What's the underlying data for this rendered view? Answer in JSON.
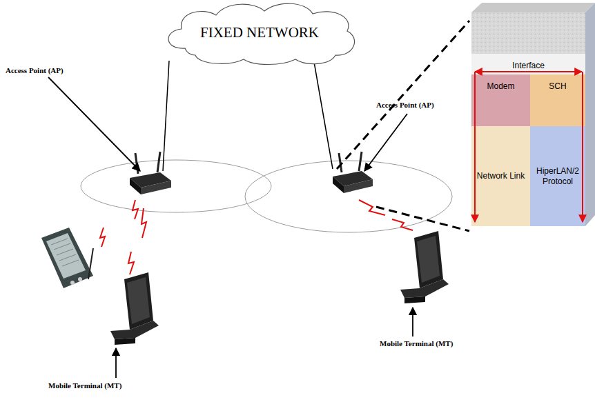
{
  "diagram": {
    "nodes": [
      {
        "text": [
          "FIXED NETWORK"
        ]
      },
      {
        "text": [
          "Interface"
        ]
      },
      {
        "text": [
          "Modem"
        ]
      },
      {
        "text": [
          "SCH"
        ]
      },
      {
        "text": [
          "Network Link"
        ]
      },
      {
        "text": [
          "HiperLAN/2 Protocol"
        ]
      }
    ],
    "labels": [
      "Access Point (AP)",
      "Access Point (AP)",
      "Mobile Terminal (MT)",
      "Mobile Terminal (MT)"
    ]
  }
}
